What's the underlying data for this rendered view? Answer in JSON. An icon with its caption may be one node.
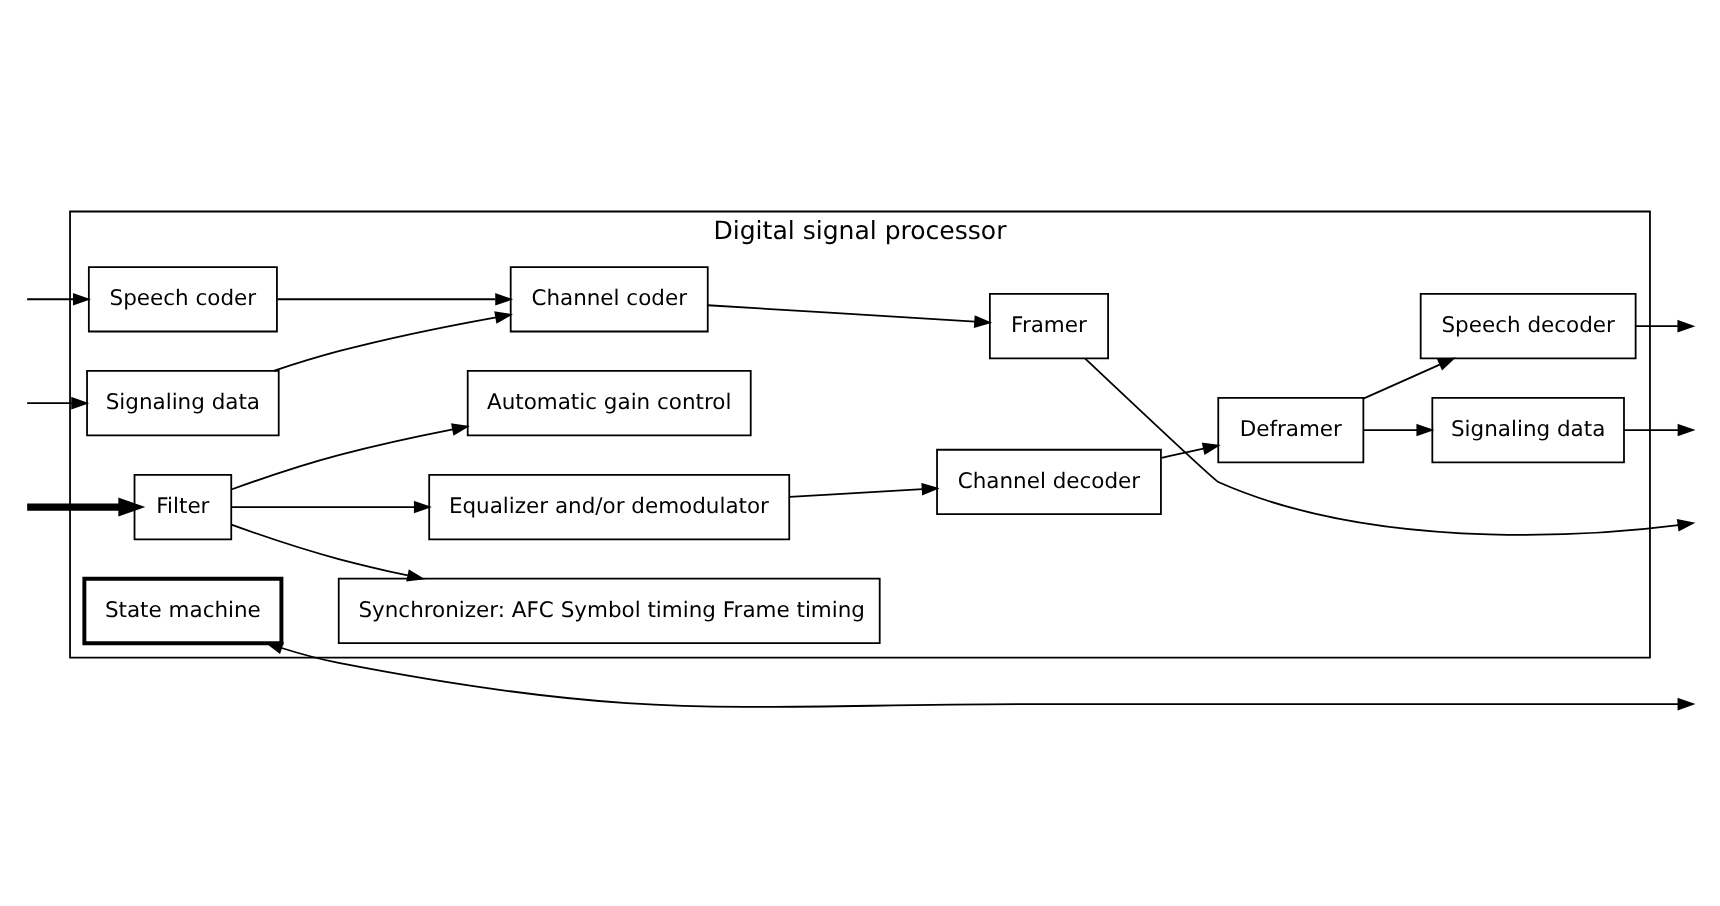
{
  "diagram": {
    "nodes": [
      {
        "text": [
          "Digital signal processor"
        ]
      },
      {
        "text": [
          "Speech coder"
        ],
        "in": 0
      },
      {
        "text": [
          "Channel coder"
        ],
        "in": 0
      },
      {
        "text": [
          "Framer"
        ],
        "in": 0
      },
      {
        "text": [
          "Signaling data"
        ],
        "in": 0
      },
      {
        "text": [
          "Synchronizer: AFC Symbol timing Frame timing"
        ],
        "in": 0
      },
      {
        "text": [
          "Automatic gain control"
        ],
        "in": 0
      },
      {
        "text": [
          "State machine"
        ],
        "in": 0
      },
      {
        "text": [
          "Speech decoder"
        ],
        "in": 0
      },
      {
        "text": [
          "Deframer"
        ],
        "in": 0
      },
      {
        "text": [
          "Channel decoder"
        ],
        "in": 0
      },
      {
        "text": [
          "Equalizer and/or demodulator"
        ],
        "in": 0
      },
      {
        "text": [
          "Filter"
        ],
        "in": 0
      },
      {
        "text": [
          "Signaling data"
        ],
        "in": 0
      }
    ],
    "edges": [
      {
        "from": null,
        "to": 1,
        "arrow": "to"
      },
      {
        "from": 1,
        "to": 2,
        "arrow": "to"
      },
      {
        "from": 2,
        "to": 3,
        "arrow": "to"
      },
      {
        "from": 3,
        "to": null,
        "arrow": "to"
      },
      {
        "from": null,
        "to": 4,
        "arrow": "to"
      },
      {
        "from": 4,
        "to": 2,
        "arrow": "to"
      },
      {
        "from": 7,
        "to": null,
        "arrow": "both"
      },
      {
        "from": null,
        "to": 12,
        "arrow": "to",
        "style": "thick"
      },
      {
        "from": 12,
        "to": 11,
        "arrow": "to"
      },
      {
        "from": 12,
        "to": 6,
        "arrow": "to"
      },
      {
        "from": 12,
        "to": 5,
        "arrow": "to"
      },
      {
        "from": 11,
        "to": 10,
        "arrow": "to"
      },
      {
        "from": 10,
        "to": 9,
        "arrow": "to"
      },
      {
        "from": 9,
        "to": 8,
        "arrow": "to"
      },
      {
        "from": 9,
        "to": 13,
        "arrow": "to"
      },
      {
        "from": 8,
        "to": null,
        "arrow": "to"
      },
      {
        "from": 13,
        "to": null,
        "arrow": "to"
      }
    ]
  }
}
